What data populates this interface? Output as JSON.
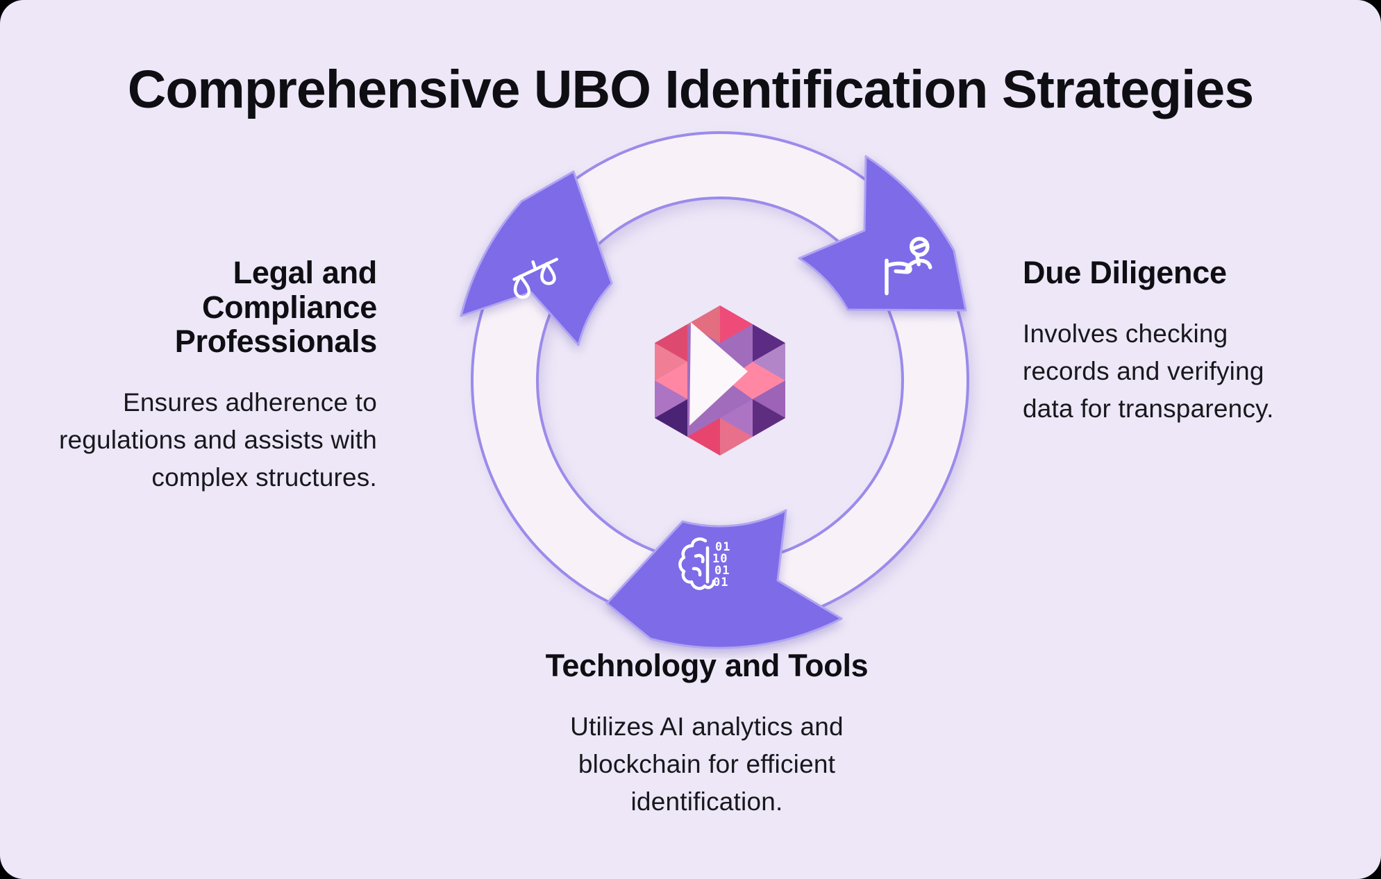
{
  "page": {
    "title": "Comprehensive UBO Identification Strategies"
  },
  "sections": [
    {
      "id": "legal",
      "heading": "Legal and Compliance Professionals",
      "body": "Ensures adherence to regulations and assists with complex structures.",
      "icon": "scales-of-justice"
    },
    {
      "id": "diligence",
      "heading": "Due Diligence",
      "body": "Involves checking records and verifying data for transparency.",
      "icon": "person-verification"
    },
    {
      "id": "technology",
      "heading": "Technology and Tools",
      "body": "Utilizes AI analytics and blockchain for efficient identification.",
      "icon": "ai-brain-binary"
    }
  ],
  "diagram": {
    "type": "cycle",
    "segments": 3,
    "binary_rows": [
      "01",
      "10",
      "01",
      "01"
    ]
  },
  "colors": {
    "outer_bg": "#000000",
    "canvas_bg": "#EDE7F7",
    "ring_fill": "#F8F2F8",
    "ring_stroke": "#9B8BEA",
    "arrow_fill": "#7D6BE8",
    "arrow_stroke": "#B1A4F2",
    "icon_stroke": "#FFFFFF",
    "heading": "#0E0E13",
    "body_text": "#18181C"
  },
  "logo": {
    "name": "hexagon-mosaic-logo",
    "palette": [
      "#A26CBD",
      "#DE4A6F",
      "#E26E80",
      "#EE4B78",
      "#5C2B84",
      "#B285C9",
      "#FF87A3",
      "#9C63B6",
      "#5E2D80",
      "#AE74C4",
      "#4B2374",
      "#F07F95",
      "#E7446E",
      "#E8708A",
      "#FBF7FB"
    ]
  }
}
